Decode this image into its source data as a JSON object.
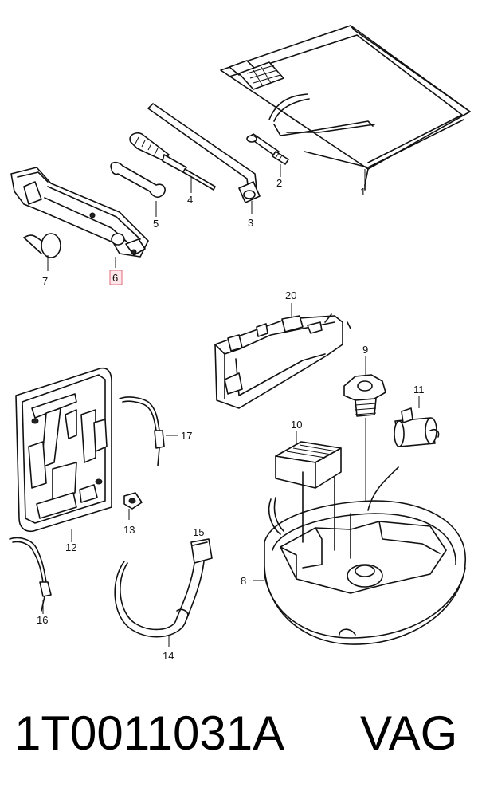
{
  "diagram": {
    "callouts": [
      "1",
      "2",
      "3",
      "4",
      "5",
      "6",
      "7",
      "8",
      "9",
      "10",
      "11",
      "12",
      "13",
      "14",
      "15",
      "16",
      "17",
      "20"
    ],
    "highlighted_callout": "6"
  },
  "footer": {
    "part_number": "1T0011031A",
    "brand": "VAG"
  }
}
